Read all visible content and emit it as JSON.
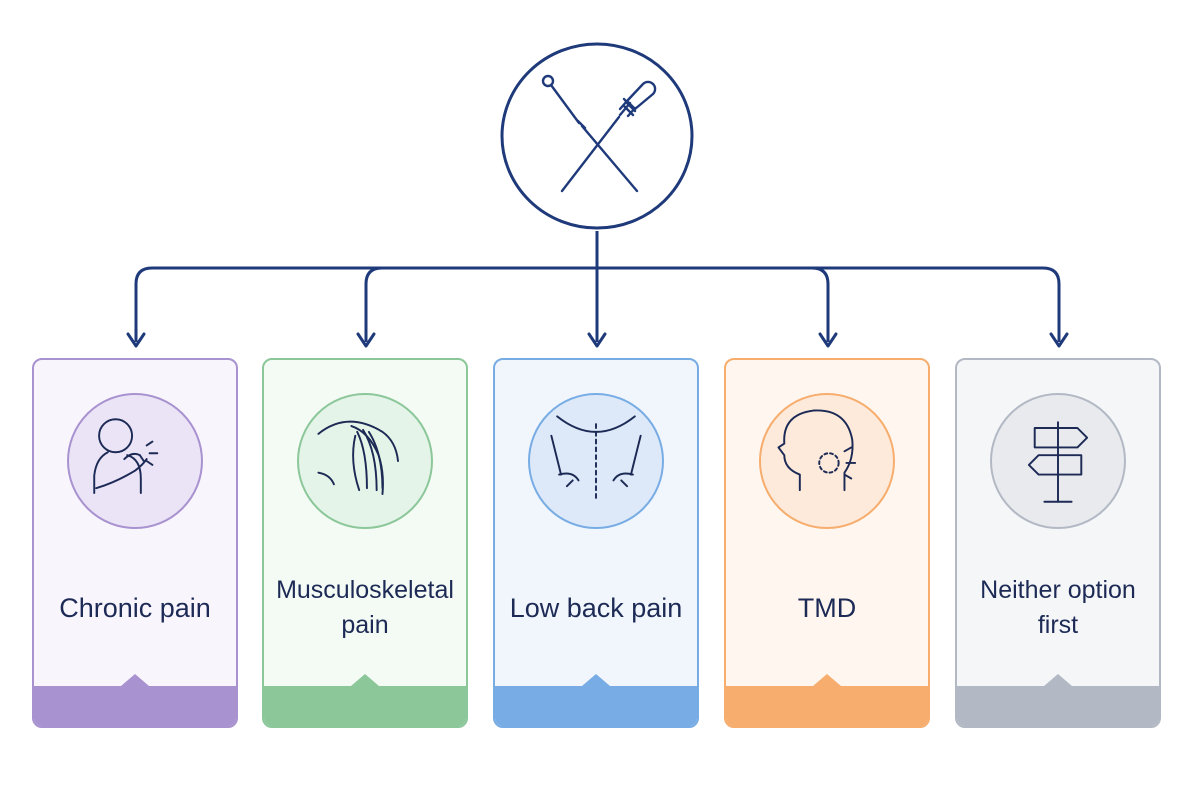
{
  "diagram": {
    "colors": {
      "connector": "#1f3a7a",
      "root_stroke": "#1f3a7a",
      "label_text": "#1c2a55"
    },
    "root": {
      "icon": "acupuncture-needles-icon"
    },
    "branches": [
      {
        "id": "chronic-pain",
        "label": "Chronic pain",
        "icon": "shoulder-pain-icon",
        "accent": "#a892cf",
        "tint": "#f8f5fd",
        "circle": "#ebe4f7"
      },
      {
        "id": "musculoskeletal-pain",
        "label": "Musculoskeletal pain",
        "icon": "shoulder-muscle-icon",
        "accent": "#8cc79a",
        "tint": "#f4fbf5",
        "circle": "#e5f4e8"
      },
      {
        "id": "low-back-pain",
        "label": "Low back pain",
        "icon": "lower-back-icon",
        "accent": "#78ace4",
        "tint": "#f1f6fd",
        "circle": "#dde9f8"
      },
      {
        "id": "tmd",
        "label": "TMD",
        "icon": "jaw-pain-icon",
        "accent": "#f6ad6e",
        "tint": "#fff7ef",
        "circle": "#fdeadb"
      },
      {
        "id": "neither-option-first",
        "label": "Neither option first",
        "icon": "signpost-icon",
        "accent": "#b3b9c4",
        "tint": "#f5f6f8",
        "circle": "#e8eaee"
      }
    ]
  }
}
